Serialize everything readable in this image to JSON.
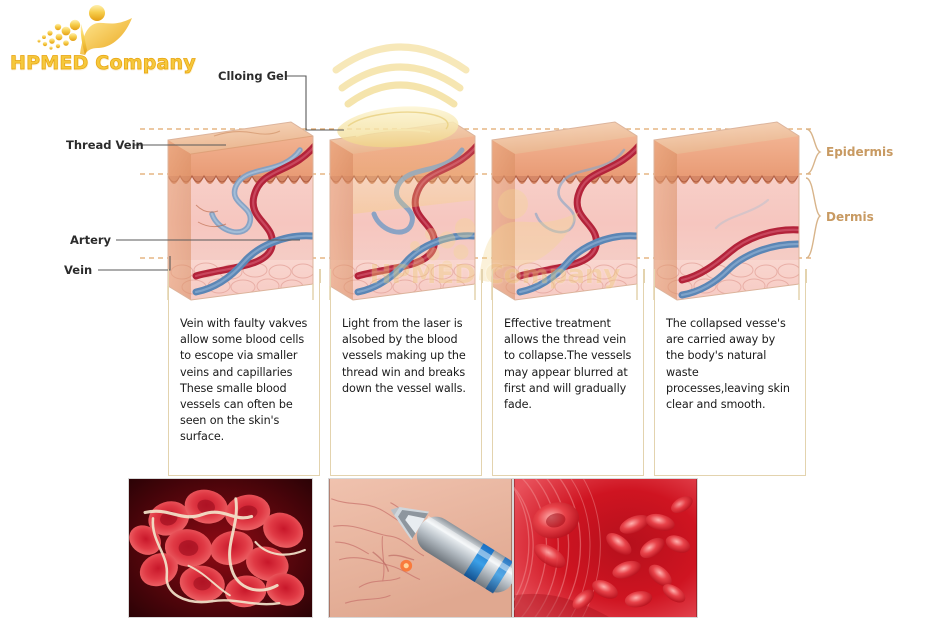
{
  "brand": {
    "logo_text": "HPMED Company",
    "logo_mark_name": "hpmed-figure-logo",
    "watermark_text": "HPMED Company",
    "gold": "#f5c83c",
    "gold_dark": "#e8a310"
  },
  "diagram": {
    "title_note": "Thread vein laser treatment sequence",
    "callouts": {
      "cooling_gel": "Clloing Gel",
      "thread_vein": "Thread Vein",
      "artery": "Artery",
      "vein": "Vein"
    },
    "layer_labels": {
      "epidermis": "Epidermis",
      "dermis": "Dermis"
    },
    "colors": {
      "guide_dash": "#e0a86a",
      "leader_line": "#4a4a4a",
      "layer_label": "#c89a62",
      "box_border": "#e3d3ae",
      "artery_red": "#b3233a",
      "vein_blue": "#5b86b5",
      "skin_top": "#edb894",
      "dermis_pink": "#f3c3bd",
      "beam_yellow": "#f3d98f"
    },
    "panels": [
      {
        "id": "panel-1",
        "stage": 1,
        "caption": "Vein with faulty vakves allow some blood cells to escope via smaller veins and capillaries These smalle blood vessels can often be seen on the skin's surface.",
        "has_laser": false,
        "thread_vein_state": "full"
      },
      {
        "id": "panel-2",
        "stage": 2,
        "caption": "Light from the laser is alsobed by the blood vessels making up the thread win and breaks down the vessel walls.",
        "has_laser": true,
        "thread_vein_state": "irradiated"
      },
      {
        "id": "panel-3",
        "stage": 3,
        "caption": "Effective treatment allows the thread vein to collapse.The vessels may appear blurred at first and will gradually fade.",
        "has_laser": false,
        "thread_vein_state": "collapsing"
      },
      {
        "id": "panel-4",
        "stage": 4,
        "caption": "The collapsed vesse's are carried away by the body's natural waste processes,leaving skin clear and smooth.",
        "has_laser": false,
        "thread_vein_state": "cleared"
      }
    ]
  },
  "photos": [
    {
      "id": "photo-blood-clot",
      "alt": "red blood cells with fibrin strands"
    },
    {
      "id": "photo-laser-handpiece",
      "alt": "laser handpiece treating thread veins on skin"
    },
    {
      "id": "photo-vessel-lumen",
      "alt": "red blood cells flowing inside a blood vessel"
    }
  ]
}
